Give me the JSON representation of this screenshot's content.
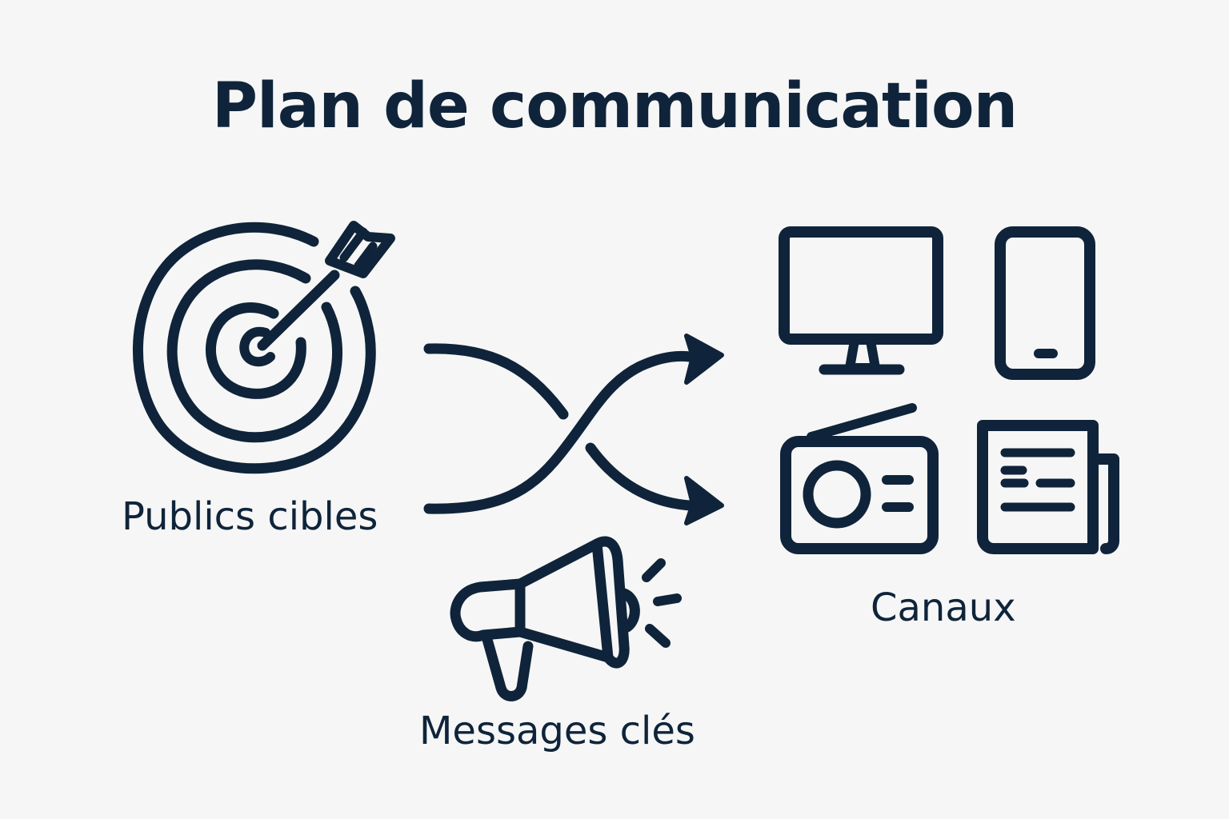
{
  "diagram": {
    "title": "Plan de communication",
    "nodes": {
      "publics": {
        "label": "Publics cibles",
        "icon": "target-icon"
      },
      "messages": {
        "label": "Messages clés",
        "icon": "megaphone-icon"
      },
      "canaux": {
        "label": "Canaux",
        "icons": [
          "monitor-icon",
          "smartphone-icon",
          "radio-icon",
          "newspaper-icon"
        ]
      }
    },
    "colors": {
      "ink": "#0f243a",
      "background": "#f6f6f6"
    }
  }
}
